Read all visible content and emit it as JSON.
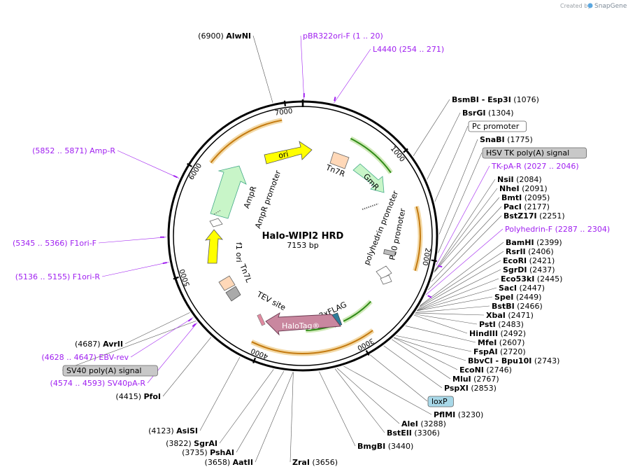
{
  "title": "Halo-WIPI2 HRD",
  "length_label": "7153 bp",
  "total_bp": 7153,
  "credit": {
    "prefix": "Created by",
    "brand": "SnapGene"
  },
  "ticks": [
    {
      "pos": 1000,
      "label": "1000"
    },
    {
      "pos": 2000,
      "label": "2000"
    },
    {
      "pos": 3000,
      "label": "3000"
    },
    {
      "pos": 4000,
      "label": "4000"
    },
    {
      "pos": 5000,
      "label": "5000"
    },
    {
      "pos": 6000,
      "label": "6000"
    },
    {
      "pos": 7000,
      "label": "7000"
    }
  ],
  "enzymes_right": [
    {
      "name": "BsmBI",
      "extra": "- Esp3I",
      "num": "(1076)",
      "pos": 1076
    },
    {
      "name": "BsrGI",
      "num": "(1304)",
      "pos": 1304
    },
    {
      "name": "Pc promoter",
      "box": "white",
      "pos": 1500
    },
    {
      "name": "SnaBI",
      "num": "(1775)",
      "pos": 1775
    },
    {
      "name": "HSV TK poly(A) signal",
      "box": "gray",
      "pos": 1930
    },
    {
      "name": "TK-pA-R",
      "num": "(2027 .. 2046)",
      "primer": true,
      "pos": 2036
    },
    {
      "name": "NsiI",
      "num": "(2084)",
      "pos": 2084
    },
    {
      "name": "NheI",
      "num": "(2091)",
      "pos": 2091
    },
    {
      "name": "BmtI",
      "num": "(2095)",
      "pos": 2095
    },
    {
      "name": "PacI",
      "num": "(2177)",
      "pos": 2177
    },
    {
      "name": "BstZ17I",
      "num": "(2251)",
      "pos": 2251
    },
    {
      "name": "Polyhedrin-F",
      "num": "(2287 .. 2304)",
      "primer": true,
      "pos": 2295
    },
    {
      "name": "BamHI",
      "num": "(2399)",
      "pos": 2399
    },
    {
      "name": "RsrII",
      "num": "(2406)",
      "pos": 2406
    },
    {
      "name": "EcoRI",
      "num": "(2421)",
      "pos": 2421
    },
    {
      "name": "SgrDI",
      "num": "(2437)",
      "pos": 2437
    },
    {
      "name": "Eco53kI",
      "num": "(2445)",
      "pos": 2445
    },
    {
      "name": "SacI",
      "num": "(2447)",
      "pos": 2447
    },
    {
      "name": "SpeI",
      "num": "(2449)",
      "pos": 2449
    },
    {
      "name": "BstBI",
      "num": "(2466)",
      "pos": 2466
    },
    {
      "name": "XbaI",
      "num": "(2471)",
      "pos": 2471
    },
    {
      "name": "PstI",
      "num": "(2483)",
      "pos": 2483
    },
    {
      "name": "HindIII",
      "num": "(2492)",
      "pos": 2492
    },
    {
      "name": "MfeI",
      "num": "(2607)",
      "pos": 2607
    },
    {
      "name": "FspAI",
      "num": "(2720)",
      "pos": 2720
    },
    {
      "name": "BbvCI",
      "extra": "- Bpu10I",
      "num": "(2743)",
      "pos": 2743
    },
    {
      "name": "EcoNI",
      "num": "(2746)",
      "pos": 2746
    },
    {
      "name": "MluI",
      "num": "(2767)",
      "pos": 2767
    },
    {
      "name": "PspXI",
      "num": "(2853)",
      "pos": 2853
    },
    {
      "name": "loxP",
      "box": "blue",
      "pos": 2990
    },
    {
      "name": "PflMI",
      "num": "(3230)",
      "pos": 3230
    },
    {
      "name": "AleI",
      "num": "(3288)",
      "pos": 3288
    },
    {
      "name": "BstEII",
      "num": "(3306)",
      "pos": 3306
    },
    {
      "name": "BmgBI",
      "num": "(3440)",
      "pos": 3440
    }
  ],
  "enzymes_bottom": [
    {
      "name": "ZraI",
      "num": "(3656)",
      "pos": 3656
    },
    {
      "name": "AatII",
      "num": "(3658)",
      "pos": 3658
    },
    {
      "name": "PshAI",
      "num": "(3735)",
      "pos": 3735
    },
    {
      "name": "SgrAI",
      "num": "(3822)",
      "pos": 3822
    },
    {
      "name": "AsiSI",
      "num": "(4123)",
      "pos": 4123
    },
    {
      "name": "PfoI",
      "num": "(4415)",
      "pos": 4415
    }
  ],
  "enzymes_left": [
    {
      "name": "SV40pA-R",
      "num": "(4574 .. 4593)",
      "primer": true,
      "pos": 4583
    },
    {
      "name": "SV40 poly(A) signal",
      "box": "gray",
      "pos": 4600
    },
    {
      "name": "EBV-rev",
      "num": "(4628 .. 4647)",
      "primer": true,
      "pos": 4637
    },
    {
      "name": "AvrII",
      "num": "(4687)",
      "pos": 4687
    },
    {
      "name": "F1ori-R",
      "num": "(5136 .. 5155)",
      "primer": true,
      "pos": 5145
    },
    {
      "name": "F1ori-F",
      "num": "(5345 .. 5366)",
      "primer": true,
      "pos": 5355
    },
    {
      "name": "Amp-R",
      "num": "(5852 .. 5871)",
      "primer": true,
      "pos": 5861
    }
  ],
  "enzymes_top": [
    {
      "name": "AlwNI",
      "num": "(6900)",
      "pos": 6900
    },
    {
      "name": "pBR322ori-F",
      "num": "(1 .. 20)",
      "primer": true,
      "pos": 10
    },
    {
      "name": "L4440",
      "num": "(254 .. 271)",
      "primer": true,
      "pos": 262
    }
  ],
  "features": {
    "ori": "ori",
    "tn7r": "Tn7R",
    "gmr": "GmR",
    "pc_promoter_inner": "",
    "p10": "P10 promoter",
    "polyhedrin": "polyhedrin promoter",
    "flag": "3xFLAG",
    "halotag": "HaloTag®",
    "tev": "TEV site",
    "tn7l": "Tn7L",
    "f1ori": "f1 ori",
    "ampr_promoter": "AmpR promoter",
    "ampr": "AmpR"
  },
  "colors": {
    "primer": "#a020f0",
    "orf_orange": "#e6a23c",
    "orf_green": "#3c9a1c",
    "ori": "#ffff00",
    "ampr": "#c8f5c8",
    "gmr": "#c8f5c8",
    "tn7": "#ffd8b8",
    "halotag": "#c9879f",
    "f1ori": "#ffff00",
    "gray_box": "#c8c8c8",
    "blue_box": "#a8d8e8"
  }
}
